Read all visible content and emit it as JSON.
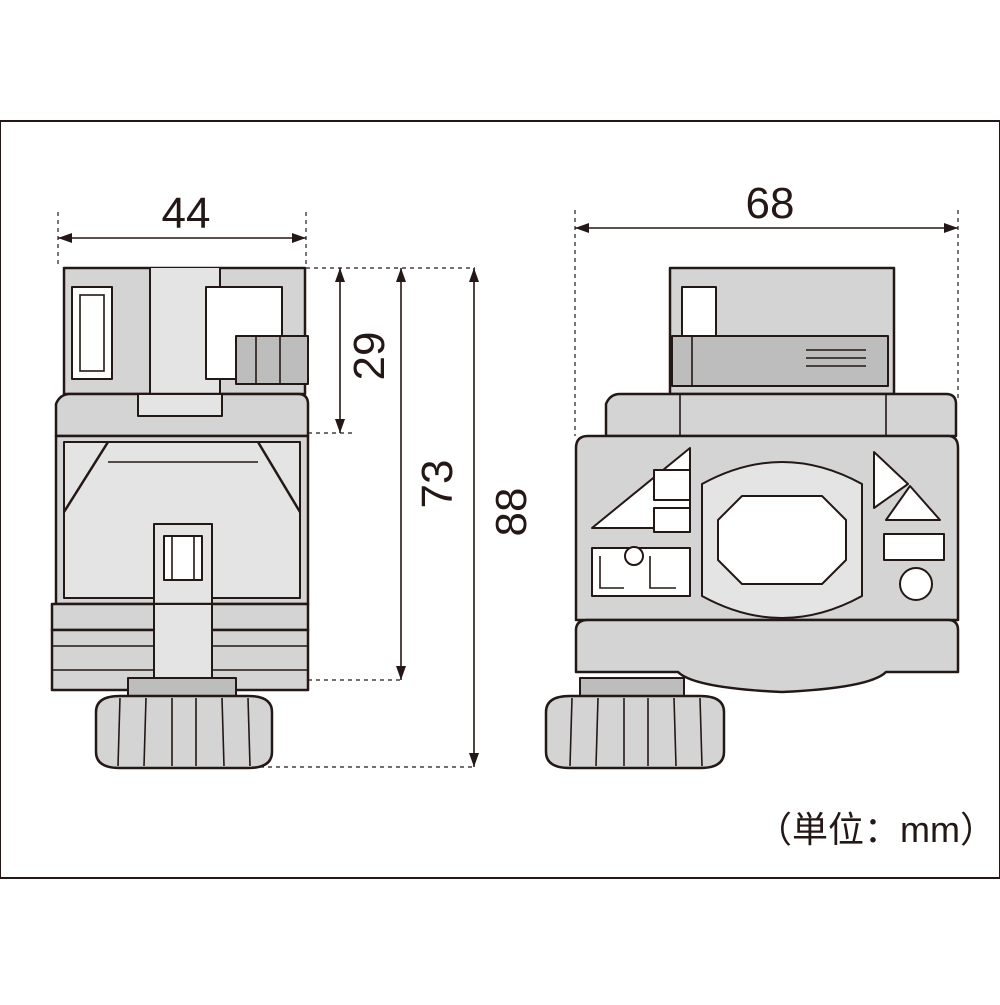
{
  "dimensions": {
    "side_width": "44",
    "side_height_top": "29",
    "side_height_body": "73",
    "side_height_total": "88",
    "front_width": "68"
  },
  "unit_label": "（単位：mm）",
  "colors": {
    "line": "#231815",
    "fill": "#d4d4d4",
    "background": "#ffffff"
  }
}
